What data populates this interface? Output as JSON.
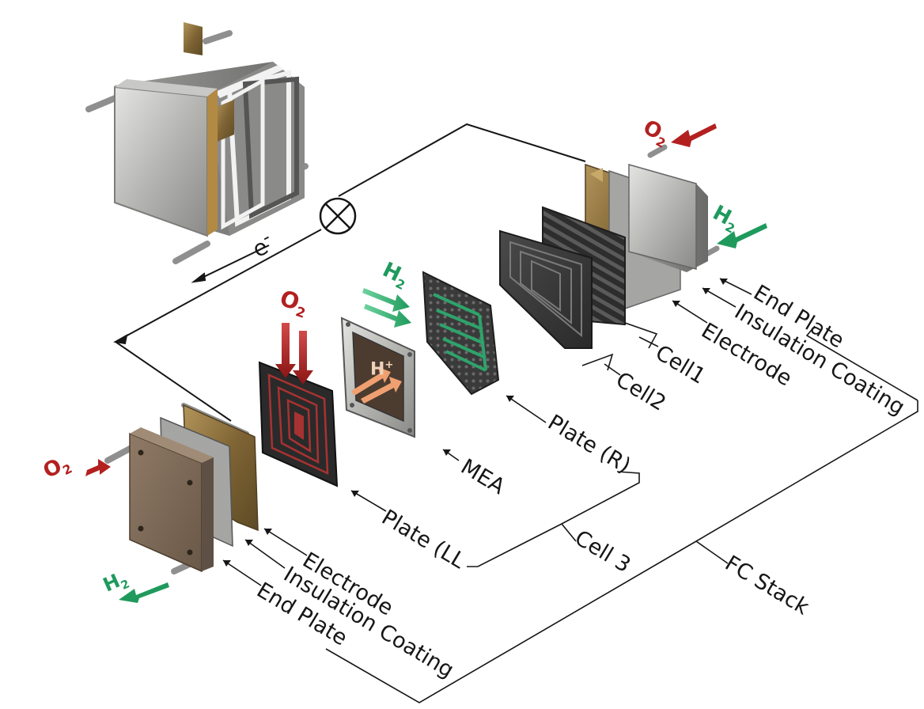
{
  "colors": {
    "oxygen": "#b32020",
    "hydrogen": "#1f9a5c",
    "proton_arrow": "#f0a070",
    "line": "#161616"
  },
  "electron": {
    "symbol": "e",
    "sign": "-"
  },
  "proton": {
    "symbol": "H",
    "sign": "+"
  },
  "gases": {
    "o2_main": "O",
    "o2_main_sub": "2",
    "o2_top_right": "O",
    "o2_top_right_sub": "2",
    "o2_left": "O",
    "o2_left_sub": "2",
    "h2_center": "H",
    "h2_center_sub": "2",
    "h2_right": "H",
    "h2_right_sub": "2",
    "h2_bottom_left": "H",
    "h2_bottom_left_sub": "2"
  },
  "labels": {
    "end_plate_right": "End Plate",
    "insulation_right": "Insulation Coating",
    "electrode_right": "Electrode",
    "cell1": "Cell1",
    "cell2": "Cell2",
    "plate_r": "Plate (R)",
    "mea": "MEA",
    "plate_l": "Plate (LL",
    "cell3": "Cell 3",
    "fc_stack": "FC Stack",
    "electrode_left": "Electrode",
    "insulation_left": "Insulation Coating",
    "end_plate_left": "End Plate"
  }
}
